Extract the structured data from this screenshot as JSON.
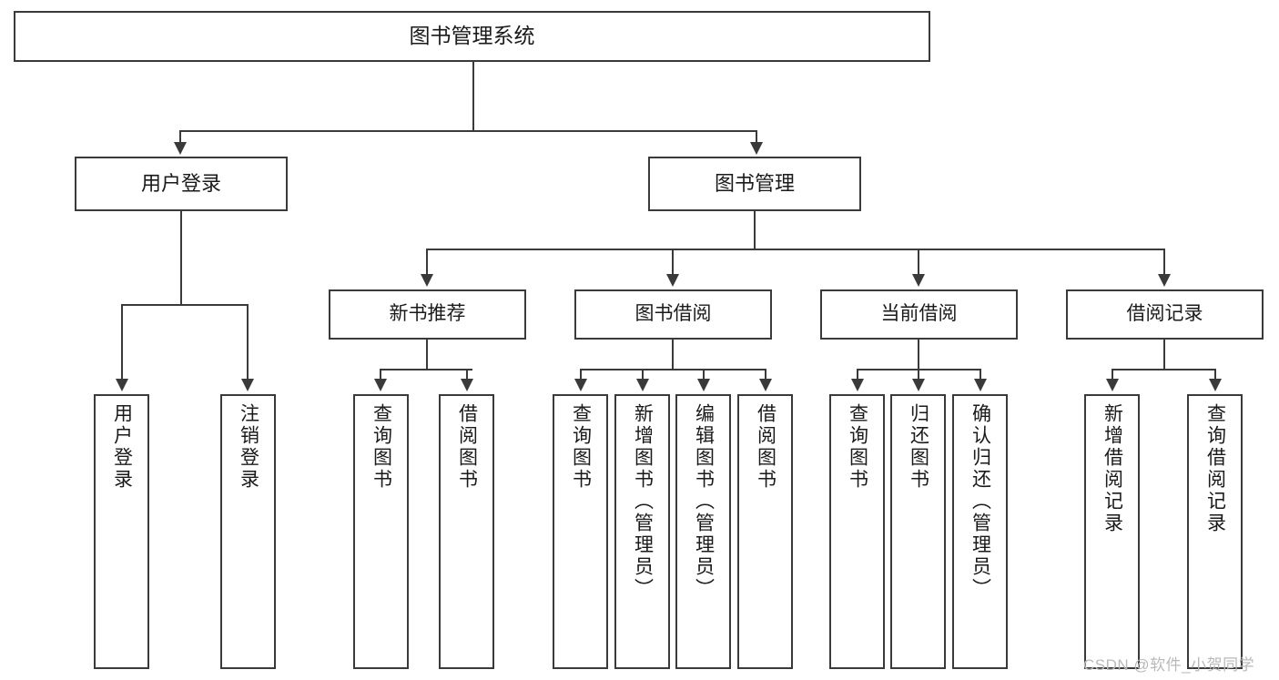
{
  "diagram": {
    "title": "图书管理系统",
    "watermark": "CSDN @软件_小贺同学",
    "accent_color": "#3a3a3a",
    "background_color": "#ffffff",
    "root": {
      "label": "图书管理系统"
    },
    "level1": [
      {
        "label": "用户登录"
      },
      {
        "label": "图书管理"
      }
    ],
    "level2": [
      {
        "label": "新书推荐"
      },
      {
        "label": "图书借阅"
      },
      {
        "label": "当前借阅"
      },
      {
        "label": "借阅记录"
      }
    ],
    "leaves": {
      "user_login": [
        {
          "label": "用户登录"
        },
        {
          "label": "注销登录"
        }
      ],
      "new_book_recommend": [
        {
          "label": "查询图书"
        },
        {
          "label": "借阅图书"
        }
      ],
      "book_borrow": [
        {
          "label": "查询图书"
        },
        {
          "label": "新增图书（管理员）"
        },
        {
          "label": "编辑图书（管理员）"
        },
        {
          "label": "借阅图书"
        }
      ],
      "current_borrow": [
        {
          "label": "查询图书"
        },
        {
          "label": "归还图书"
        },
        {
          "label": "确认归还（管理员）"
        }
      ],
      "borrow_record": [
        {
          "label": "新增借阅记录"
        },
        {
          "label": "查询借阅记录"
        }
      ]
    }
  }
}
